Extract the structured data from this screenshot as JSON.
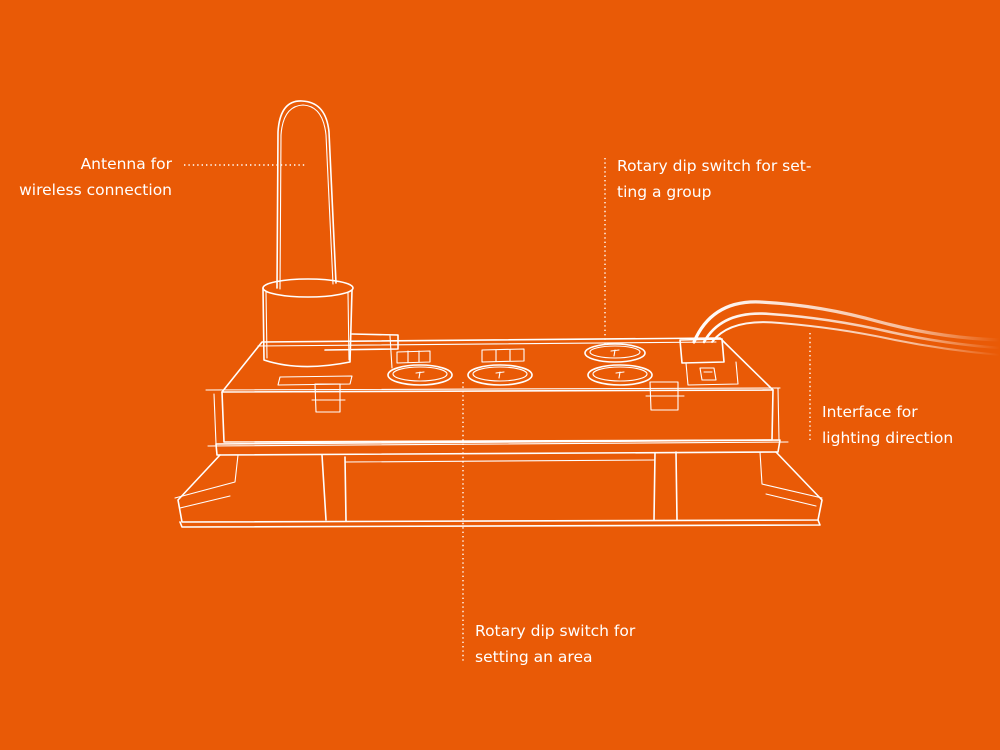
{
  "labels": {
    "antenna": {
      "line1": "Antenna for",
      "line2": "wireless connection"
    },
    "group_switch": {
      "line1": "Rotary dip switch for set-",
      "line2": "ting a group"
    },
    "lighting_interface": {
      "line1": "Interface for",
      "line2": "lighting direction"
    },
    "area_switch": {
      "line1": "Rotary dip switch for",
      "line2": "setting an area"
    }
  },
  "colors": {
    "background": "#E95A06",
    "line": "#FFFFFF"
  }
}
